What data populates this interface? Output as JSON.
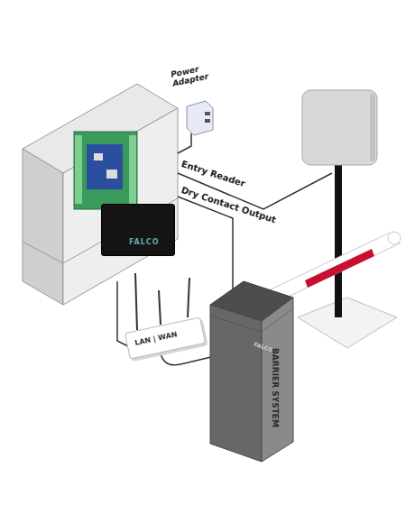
{
  "diagram": {
    "nodes": [
      {
        "text": [
          "Power Adapter"
        ]
      },
      {
        "text": [
          "FALCO"
        ]
      },
      {
        "text": [
          "LAN | WAN"
        ]
      },
      {
        "text": [
          "FALCO",
          "BARRIER SYSTEM"
        ]
      }
    ],
    "labels": [
      "Entry Reader",
      "Dry Contact Output"
    ]
  }
}
